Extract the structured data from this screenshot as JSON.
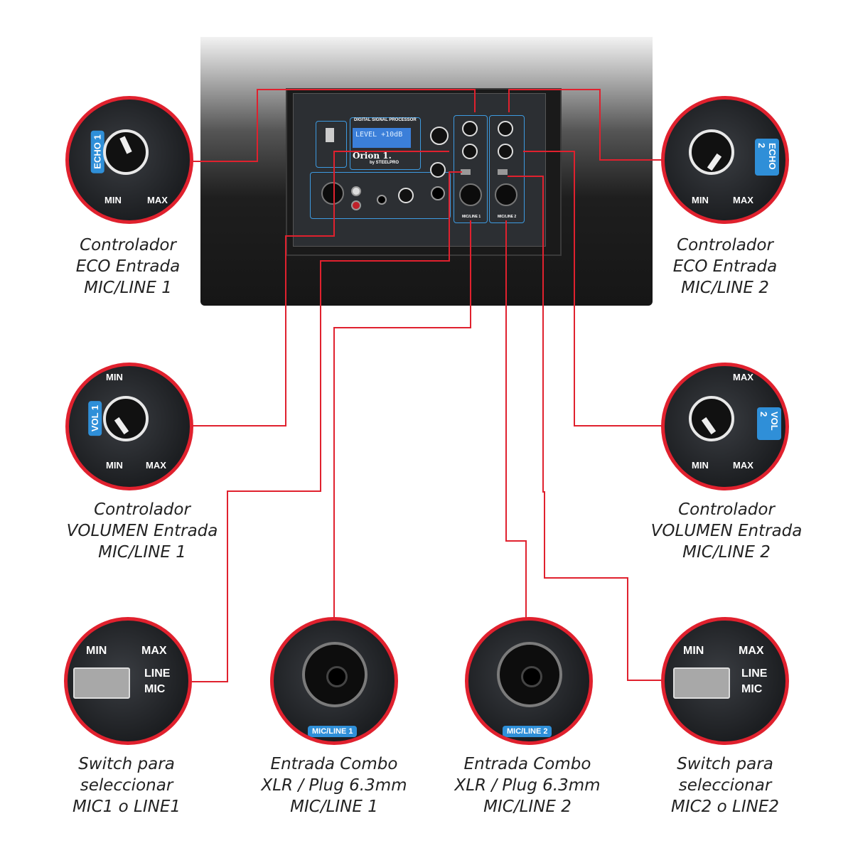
{
  "panel": {
    "lcd_text": "LEVEL +10dB",
    "brand": "Orion 1.",
    "brand_sub": "by STEELPRO",
    "section_dsp": "DIGITAL SIGNAL PROCESSOR",
    "section_mic1": "MIC/LINE 1",
    "section_mic2": "MIC/LINE 2"
  },
  "callouts": {
    "echo1": {
      "tab": "ECHO 1",
      "min": "MIN",
      "max": "MAX",
      "caption": [
        "Controlador",
        "ECO Entrada",
        "MIC/LINE 1"
      ]
    },
    "echo2": {
      "tab": "ECHO 2",
      "min": "MIN",
      "max": "MAX",
      "caption": [
        "Controlador",
        "ECO Entrada",
        "MIC/LINE 2"
      ]
    },
    "vol1": {
      "tab": "VOL 1",
      "min": "MIN",
      "max": "MAX",
      "caption": [
        "Controlador",
        "VOLUMEN Entrada",
        "MIC/LINE 1"
      ]
    },
    "vol2": {
      "tab": "VOL 2",
      "min": "MIN",
      "max": "MAX",
      "caption": [
        "Controlador",
        "VOLUMEN Entrada",
        "MIC/LINE 2"
      ]
    },
    "switch1": {
      "min": "MIN",
      "max": "MAX",
      "line": "LINE",
      "mic": "MIC",
      "caption": [
        "Switch para",
        "seleccionar",
        "MIC1 o LINE1"
      ]
    },
    "combo1": {
      "tab": "MIC/LINE 1",
      "caption": [
        "Entrada Combo",
        "XLR / Plug 6.3mm",
        "MIC/LINE 1"
      ]
    },
    "combo2": {
      "tab": "MIC/LINE 2",
      "caption": [
        "Entrada Combo",
        "XLR / Plug 6.3mm",
        "MIC/LINE 2"
      ]
    },
    "switch2": {
      "min": "MIN",
      "max": "MAX",
      "line": "LINE",
      "mic": "MIC",
      "caption": [
        "Switch para",
        "seleccionar",
        "MIC2 o LINE2"
      ]
    }
  },
  "colors": {
    "leader": "#e0212e",
    "accent": "#2f8fd8"
  }
}
